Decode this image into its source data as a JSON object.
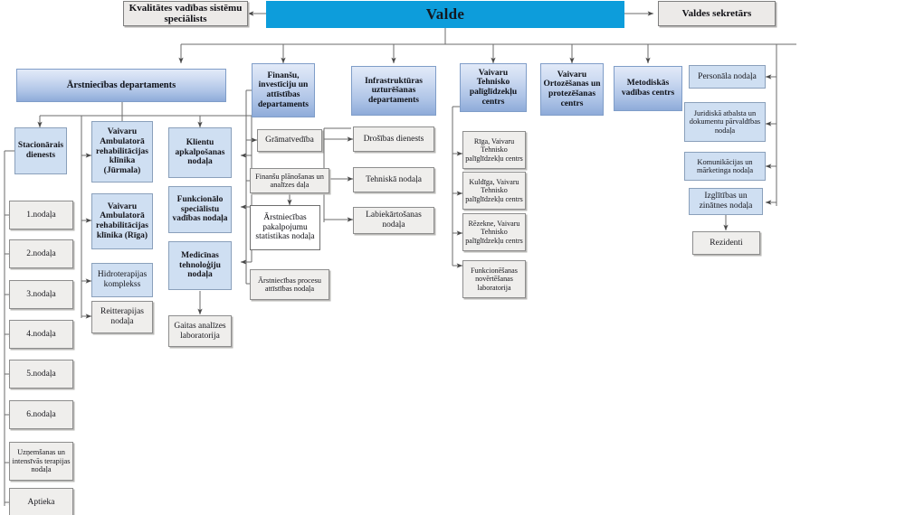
{
  "title": "Organizatoriska struktura",
  "colors": {
    "root_fill": "#0d9ddb",
    "gradient_top": "#e2eaf8",
    "gradient_bottom": "#8eabd9",
    "flat_blue": "#cfdff2",
    "grey": "#efeeec",
    "white": "#ffffff",
    "connector": "#6b6b6b"
  },
  "root": {
    "label": "Valde"
  },
  "top_staff": [
    {
      "label": "Kvalitātes vadības sistēmu speciālists"
    },
    {
      "label": "Valdes sekretārs"
    }
  ],
  "departments": [
    {
      "label": "Ārstniecības departaments"
    },
    {
      "label": "Finanšu, investīciju un attīstības departaments"
    },
    {
      "label": "Infrastruktūras uzturēšanas departaments"
    },
    {
      "label": "Vaivaru Tehnisko palīglīdzekļu centrs"
    },
    {
      "label": "Vaivaru Ortozēšanas un protezēšanas centrs"
    },
    {
      "label": "Metodiskās vadības centrs"
    }
  ],
  "arstniecibas": {
    "col1": [
      {
        "label": "Stacionārais dienests"
      },
      {
        "label": "1.nodaļa"
      },
      {
        "label": "2.nodaļa"
      },
      {
        "label": "3.nodaļa"
      },
      {
        "label": "4.nodaļa"
      },
      {
        "label": "5.nodaļa"
      },
      {
        "label": "6.nodaļa"
      },
      {
        "label": "Uzņemšanas un intensīvās terapijas nodaļa"
      },
      {
        "label": "Aptieka"
      }
    ],
    "col2": [
      {
        "label": "Vaivaru Ambulatorā rehabilitācijas klīnika (Jūrmala)"
      },
      {
        "label": "Vaivaru Ambulatorā rehabilitācijas klīnika (Rīga)"
      },
      {
        "label": "Hidroterapijas komplekss"
      },
      {
        "label": "Reitterapijas nodaļa"
      }
    ],
    "col3": [
      {
        "label": "Klientu apkalpošanas nodaļa"
      },
      {
        "label": "Funkcionālo speciālistu vadības nodaļa"
      },
      {
        "label": "Medicīnas tehnoloģiju nodaļa"
      },
      {
        "label": "Gaitas analīzes laboratorija"
      }
    ]
  },
  "finansu": [
    {
      "label": "Grāmatvedība"
    },
    {
      "label": "Finanšu plānošanas un analīzes daļa"
    },
    {
      "label": "Ārstniecības pakalpojumu statistikas nodaļa"
    },
    {
      "label": "Ārstniecības procesu attīstības nodaļa"
    }
  ],
  "infrastrukturas": [
    {
      "label": "Drošības dienests"
    },
    {
      "label": "Tehniskā nodaļa"
    },
    {
      "label": "Labiekārtošanas nodaļa"
    }
  ],
  "vtpc": [
    {
      "label": "Rīga, Vaivaru Tehnisko palīglīdzekļu centrs"
    },
    {
      "label": "Kuldīga, Vaivaru Tehnisko palīglīdzekļu centrs"
    },
    {
      "label": "Rēzekne, Vaivaru Tehnisko palīglīdzekļu centrs"
    },
    {
      "label": "Funkcionēšanas novērtēšanas laboratorija"
    }
  ],
  "right_column": [
    {
      "label": "Personāla nodaļa"
    },
    {
      "label": "Juridiskā atbalsta un dokumentu pārvaldības nodaļa"
    },
    {
      "label": "Komunikācijas un mārketinga nodaļa"
    },
    {
      "label": "Izglītības un zinātnes nodaļa"
    },
    {
      "label": "Rezidenti"
    }
  ]
}
